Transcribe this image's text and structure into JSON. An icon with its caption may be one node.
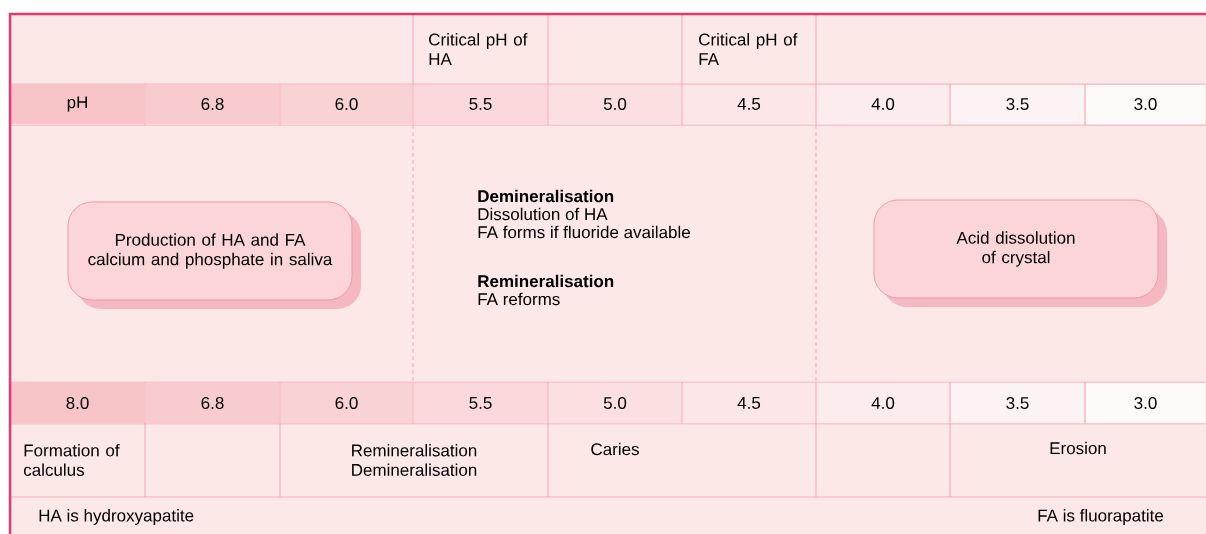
{
  "diagram": {
    "nodes": [
      {
        "text": [
          "Production of HA and FA calcium and phosphate in saliva"
        ]
      },
      {
        "text": [
          "Acid dissolution of crystal"
        ]
      }
    ],
    "labels": [
      "Critical pH of HA",
      "Critical pH of FA",
      "pH",
      "6.8",
      "6.0",
      "5.5",
      "5.0",
      "4.5",
      "4.0",
      "3.5",
      "3.0",
      "Demineralisation",
      "Dissolution of HA",
      "FA forms if fluoride available",
      "Remineralisation",
      "FA reforms",
      "8.0",
      "6.8",
      "6.0",
      "5.5",
      "5.0",
      "4.5",
      "4.0",
      "3.5",
      "3.0",
      "Formation of calculus",
      "Remineralisation Demineralisation",
      "Caries",
      "Erosion",
      "HA is hydroxyapatite",
      "FA is fluorapatite"
    ]
  }
}
